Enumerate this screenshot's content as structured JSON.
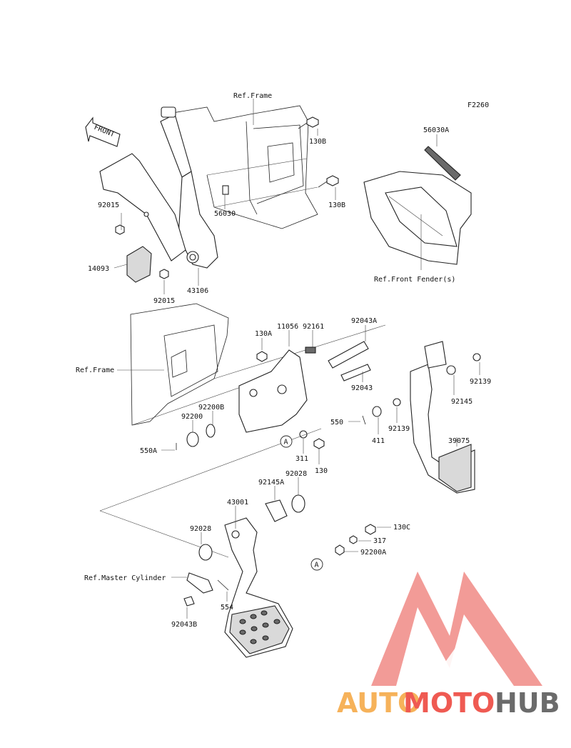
{
  "diagram": {
    "code": "F2260",
    "front_arrow": "FRONT",
    "labels": {
      "ref_frame_top": "Ref.Frame",
      "l130b_1": "130B",
      "l130b_2": "130B",
      "l56030a": "56030A",
      "l56030": "56030",
      "l92015_1": "92015",
      "l92015_2": "92015",
      "l14093": "14093",
      "l43106": "43106",
      "ref_front_fender": "Ref.Front Fender(s)",
      "ref_frame_mid": "Ref.Frame",
      "l130a": "130A",
      "l11056": "11056",
      "l92161": "92161",
      "l92043a": "92043A",
      "l92043": "92043",
      "l92139_1": "92139",
      "l92139_2": "92139",
      "l92145": "92145",
      "l92200b": "92200B",
      "l92200": "92200",
      "l550a": "550A",
      "l550": "550",
      "l411": "411",
      "l311": "311",
      "l130": "130",
      "l39075": "39075",
      "l92145a": "92145A",
      "l92028_1": "92028",
      "l92028_2": "92028",
      "l43001": "43001",
      "l130c": "130C",
      "l317": "317",
      "l92200a": "92200A",
      "ref_master_cylinder": "Ref.Master Cylinder",
      "l554": "554",
      "l92043b": "92043B",
      "callout_a1": "A",
      "callout_a2": "A"
    }
  },
  "watermark": {
    "part1": "AUTO",
    "part2": "MOTO",
    "part3": "HUB",
    "color_orange": "#f6b25a",
    "color_red": "#ef5a52",
    "color_gray": "#6b6b6b",
    "logo_color": "#f08a86"
  }
}
